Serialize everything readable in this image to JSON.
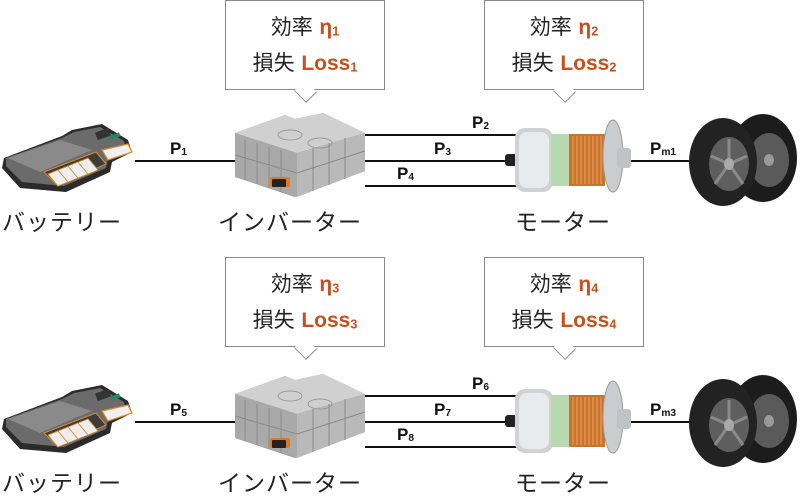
{
  "colors": {
    "accent": "#c9501c",
    "line": "#111111",
    "callout_border": "#8a8a8a"
  },
  "rows": [
    {
      "callouts": [
        {
          "efficiency_label": "効率",
          "eta": "η",
          "eta_sub": "1",
          "loss_label": "損失",
          "loss": "Loss",
          "loss_sub": "1"
        },
        {
          "efficiency_label": "効率",
          "eta": "η",
          "eta_sub": "2",
          "loss_label": "損失",
          "loss": "Loss",
          "loss_sub": "2"
        }
      ],
      "power_labels": {
        "battery_inverter": {
          "P": "P",
          "sub": "1"
        },
        "inverter_motor": [
          {
            "P": "P",
            "sub": "2"
          },
          {
            "P": "P",
            "sub": "3"
          },
          {
            "P": "P",
            "sub": "4"
          }
        ],
        "motor_wheels": {
          "P": "P",
          "sub": "m1"
        }
      },
      "captions": {
        "battery": "バッテリー",
        "inverter": "インバーター",
        "motor": "モーター"
      }
    },
    {
      "callouts": [
        {
          "efficiency_label": "効率",
          "eta": "η",
          "eta_sub": "3",
          "loss_label": "損失",
          "loss": "Loss",
          "loss_sub": "3"
        },
        {
          "efficiency_label": "効率",
          "eta": "η",
          "eta_sub": "4",
          "loss_label": "損失",
          "loss": "Loss",
          "loss_sub": "4"
        }
      ],
      "power_labels": {
        "battery_inverter": {
          "P": "P",
          "sub": "5"
        },
        "inverter_motor": [
          {
            "P": "P",
            "sub": "6"
          },
          {
            "P": "P",
            "sub": "7"
          },
          {
            "P": "P",
            "sub": "8"
          }
        ],
        "motor_wheels": {
          "P": "P",
          "sub": "m3"
        }
      },
      "captions": {
        "battery": "バッテリー",
        "inverter": "インバーター",
        "motor": "モーター"
      }
    }
  ],
  "icons": {
    "battery": "battery-pack-icon",
    "inverter": "inverter-unit-icon",
    "motor": "electric-motor-icon",
    "wheels": "wheels-icon"
  }
}
